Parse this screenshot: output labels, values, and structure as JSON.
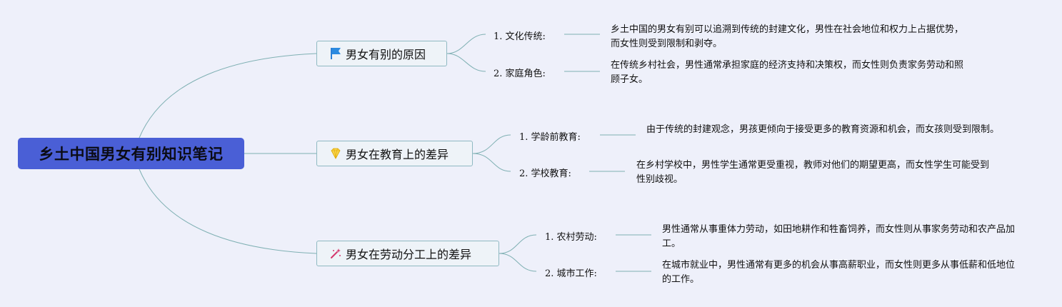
{
  "root": {
    "title": "乡土中国男女有别知识笔记"
  },
  "branches": [
    {
      "title": "男女有别的原因",
      "icon": "blue-flag-icon",
      "items": [
        {
          "label": "1. 文化传统:",
          "text": "乡土中国的男女有别可以追溯到传统的封建文化，男性在社会地位和权力上占据优势，而女性则受到限制和剥夺。"
        },
        {
          "label": "2. 家庭角色:",
          "text": "在传统乡村社会，男性通常承担家庭的经济支持和决策权，而女性则负责家务劳动和照顾子女。"
        }
      ]
    },
    {
      "title": "男女在教育上的差异",
      "icon": "gem-icon",
      "items": [
        {
          "label": "1. 学龄前教育:",
          "text": "由于传统的封建观念，男孩更倾向于接受更多的教育资源和机会，而女孩则受到限制。"
        },
        {
          "label": "2. 学校教育:",
          "text": "在乡村学校中，男性学生通常更受重视，教师对他们的期望更高，而女性学生可能受到性别歧视。"
        }
      ]
    },
    {
      "title": "男女在劳动分工上的差异",
      "icon": "magic-wand-icon",
      "items": [
        {
          "label": "1. 农村劳动:",
          "text": "男性通常从事重体力劳动，如田地耕作和牲畜饲养，而女性则从事家务劳动和农产品加工。"
        },
        {
          "label": "2. 城市工作:",
          "text": "在城市就业中，男性通常有更多的机会从事高薪职业，而女性则更多从事低薪和低地位的工作。"
        }
      ]
    }
  ]
}
